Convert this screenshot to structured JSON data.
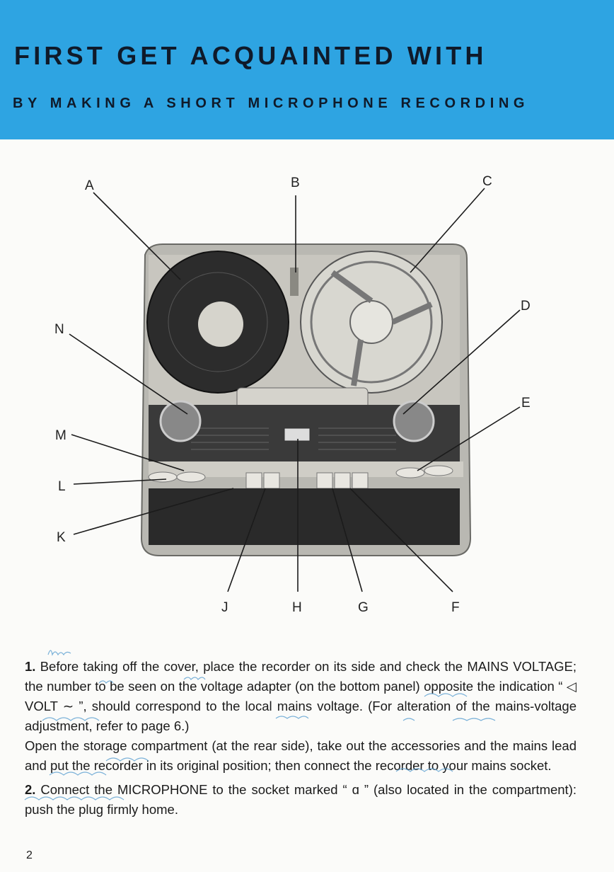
{
  "header": {
    "title": "FIRST GET ACQUAINTED WITH",
    "subtitle": "BY MAKING A SHORT MICROPHONE RECORDING",
    "background_color": "#2ea4e2"
  },
  "diagram": {
    "labels": [
      "A",
      "B",
      "C",
      "D",
      "E",
      "F",
      "G",
      "H",
      "J",
      "K",
      "L",
      "M",
      "N"
    ]
  },
  "instructions": {
    "step1_number": "1.",
    "step1_text": "Before taking off the cover, place the recorder on its side and check the MAINS VOLTAGE; the number to be seen on the voltage adapter (on the bottom panel) opposite the indication “ ◁ VOLT ∼ ”, should correspond to the local mains voltage. (For alteration of the mains-voltage adjustment, refer to page 6.)",
    "step1_text2": "Open the storage compartment (at the rear side), take out the accessories and the mains lead and put the recorder in its original position; then connect the recorder to your mains socket.",
    "step2_number": "2.",
    "step2_text": "Connect the MICROPHONE to the socket marked “ ɑ ” (also located in the compartment): push the plug firmly home."
  },
  "footer": {
    "page_number": "2"
  }
}
